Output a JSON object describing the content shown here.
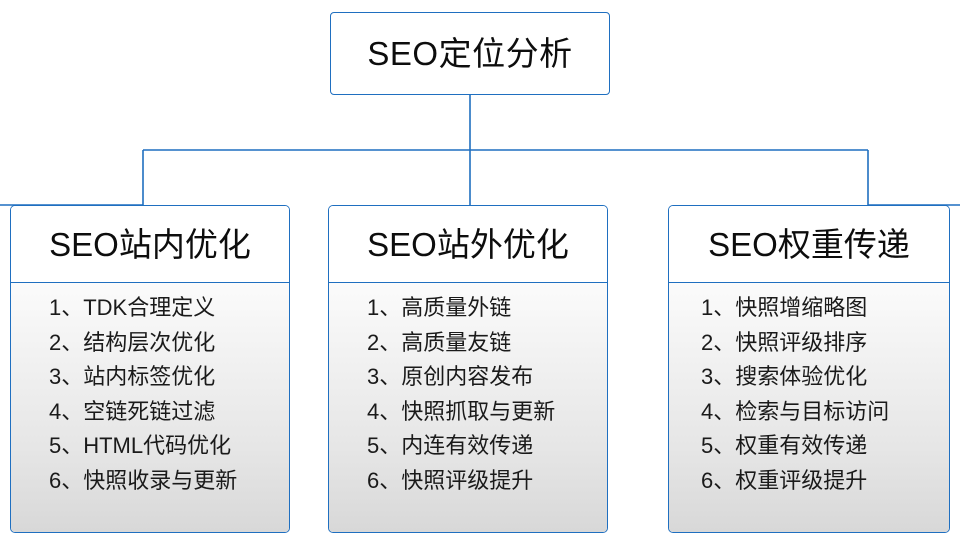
{
  "diagram": {
    "type": "org-chart",
    "root": {
      "title": "SEO定位分析"
    },
    "colors": {
      "border": "#1f6fc0",
      "connector": "#1f6fc0",
      "header_background": "#ffffff",
      "body_gradient_top": "#fbfbfb",
      "body_gradient_bottom": "#d8d8d8",
      "text": "#0d0d0d"
    },
    "branches": [
      {
        "header": "SEO站内优化",
        "items": [
          "1、TDK合理定义",
          "2、结构层次优化",
          "3、站内标签优化",
          "4、空链死链过滤",
          "5、HTML代码优化",
          "6、快照收录与更新"
        ]
      },
      {
        "header": "SEO站外优化",
        "items": [
          "1、高质量外链",
          "2、高质量友链",
          "3、原创内容发布",
          "4、快照抓取与更新",
          "5、内连有效传递",
          "6、快照评级提升"
        ]
      },
      {
        "header": "SEO权重传递",
        "items": [
          "1、快照增缩略图",
          "2、快照评级排序",
          "3、搜索体验优化",
          "4、检索与目标访问",
          "5、权重有效传递",
          "6、权重评级提升"
        ]
      }
    ]
  }
}
